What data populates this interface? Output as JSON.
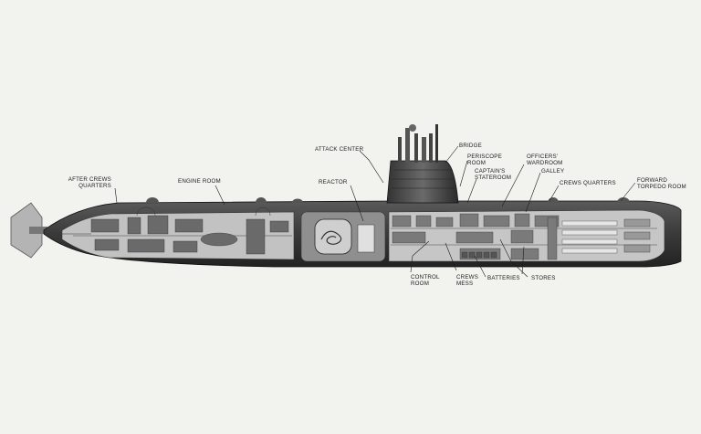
{
  "labels": {
    "after_crews_quarters": {
      "line1": "AFTER CREWS",
      "line2": "QUARTERS"
    },
    "engine_room": "ENGINE ROOM",
    "attack_center": "ATTACK CENTER",
    "reactor": "REACTOR",
    "bridge": "BRIDGE",
    "periscope_room": {
      "line1": "PERISCOPE",
      "line2": "ROOM"
    },
    "captains_stateroom": {
      "line1": "CAPTAIN'S",
      "line2": "STATEROOM"
    },
    "officers_wardroom": {
      "line1": "OFFICERS'",
      "line2": "WARDROOM"
    },
    "galley": "GALLEY",
    "crews_quarters": "CREWS QUARTERS",
    "forward_torpedo_room": {
      "line1": "FORWARD",
      "line2": "TORPEDO ROOM"
    },
    "control_room": {
      "line1": "CONTROL",
      "line2": "ROOM"
    },
    "crews_mess": {
      "line1": "CREWS",
      "line2": "MESS"
    },
    "batteries": "BATTERIES",
    "stores": "STORES"
  },
  "colors": {
    "background": "#f2f2ef",
    "hull": "#3a3a3a",
    "hull_light": "#8a8a8a",
    "interior": "#b9b9b9",
    "ink": "#1c1c1c"
  }
}
